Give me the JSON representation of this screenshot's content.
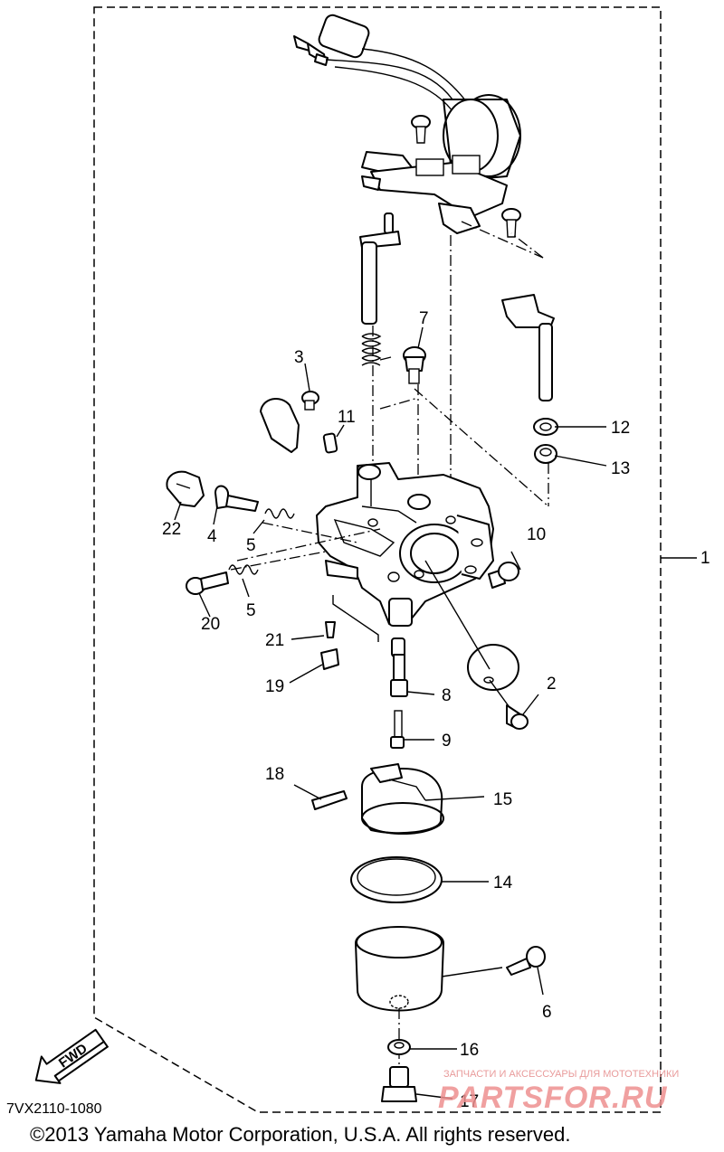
{
  "diagram": {
    "callouts": {
      "c1": "1",
      "c2": "2",
      "c3": "3",
      "c4": "4",
      "c5a": "5",
      "c5b": "5",
      "c6": "6",
      "c7": "7",
      "c8": "8",
      "c9": "9",
      "c10": "10",
      "c11": "11",
      "c12": "12",
      "c13": "13",
      "c14": "14",
      "c15": "15",
      "c16": "16",
      "c17": "17",
      "c18": "18",
      "c19": "19",
      "c20": "20",
      "c21": "21",
      "c22": "22"
    },
    "fwd_label": "FWD",
    "drawing_code": "7VX2110-1080",
    "copyright": "©2013 Yamaha Motor Corporation, U.S.A. All rights reserved."
  },
  "watermark": {
    "tagline": "ЗАПЧАСТИ И АКСЕССУАРЫ ДЛЯ МОТОТЕХНИКИ",
    "brand": "PARTSFOR.RU",
    "color": "#ee9090"
  }
}
